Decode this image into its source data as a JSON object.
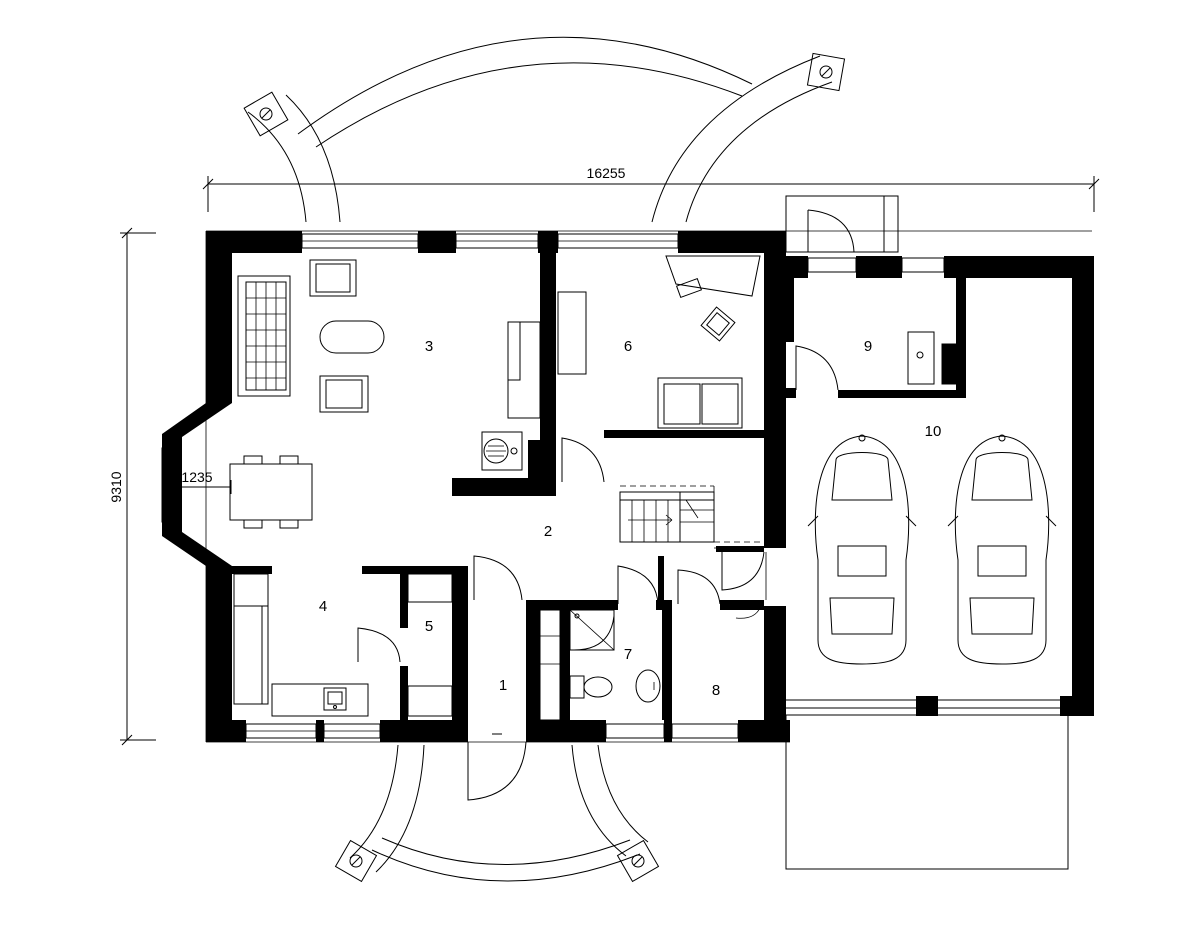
{
  "dimensions": {
    "overall_width": "16255",
    "overall_depth": "9310",
    "bay_depth": "1235"
  },
  "rooms": [
    "1",
    "2",
    "3",
    "4",
    "5",
    "6",
    "7",
    "8",
    "9",
    "10"
  ]
}
